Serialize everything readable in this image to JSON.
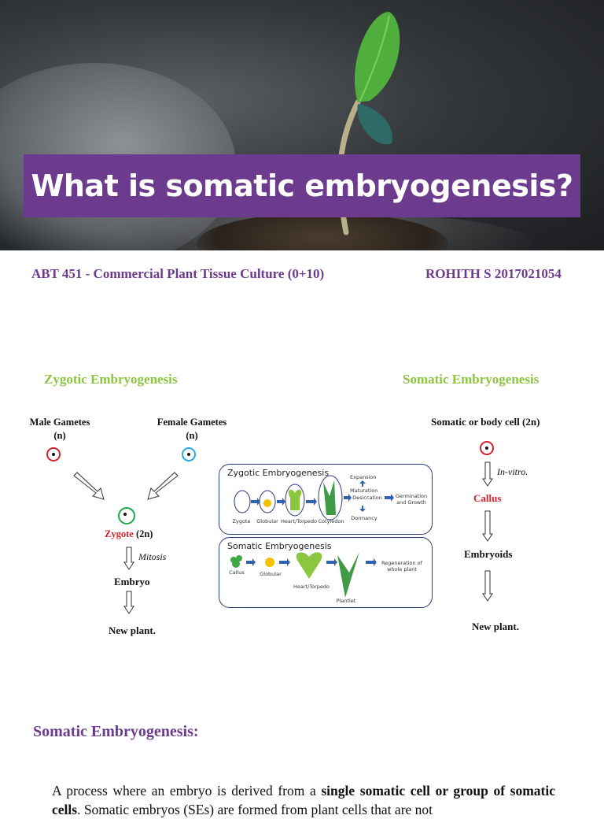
{
  "hero": {
    "title": "What is somatic embryogenesis?"
  },
  "header": {
    "course": "ABT 451 - Commercial Plant Tissue Culture (0+10)",
    "author": "ROHITH S 2017021054"
  },
  "zygotic": {
    "heading": "Zygotic Embryogenesis",
    "male_gametes": "Male Gametes",
    "male_ploidy": "(n)",
    "female_gametes": "Female Gametes",
    "female_ploidy": "(n)",
    "zygote": "Zygote",
    "zygote_ploidy": "(2n)",
    "mitosis": "Mitosis",
    "embryo": "Embryo",
    "new_plant": "New plant."
  },
  "somatic": {
    "heading": "Somatic Embryogenesis",
    "cell": "Somatic or body cell  (2n)",
    "in_vitro": "In-vitro.",
    "callus": "Callus",
    "embryoids": "Embryoids",
    "new_plant": "New plant."
  },
  "figure": {
    "zygotic_panel": {
      "title": "Zygotic Embryogenesis",
      "stages": [
        "Zygote",
        "Globular",
        "Heart/Torpedo",
        "Cotyledon"
      ],
      "expansion": "Expansion",
      "maturation": "Maturation",
      "desiccation": "Desiccation",
      "dormancy": "Dormancy",
      "germination": "Germination and Growth"
    },
    "somatic_panel": {
      "title": "Somatic Embryogenesis",
      "stages": [
        "Callus",
        "Globular",
        "Heart/Torpedo",
        "Plantlet"
      ],
      "regeneration": "Regeneration of whole plant"
    }
  },
  "section": {
    "heading": "Somatic Embryogenesis:",
    "para_start": "A process where an embryo is derived from a ",
    "para_bold": "single somatic cell or group of somatic cells",
    "para_end": ". Somatic embryos (SEs) are formed from plant cells that are not"
  },
  "colors": {
    "purple": "#6d3b8e",
    "green": "#8cc63f",
    "red": "#d2232a",
    "navy": "#2a3e7a"
  }
}
